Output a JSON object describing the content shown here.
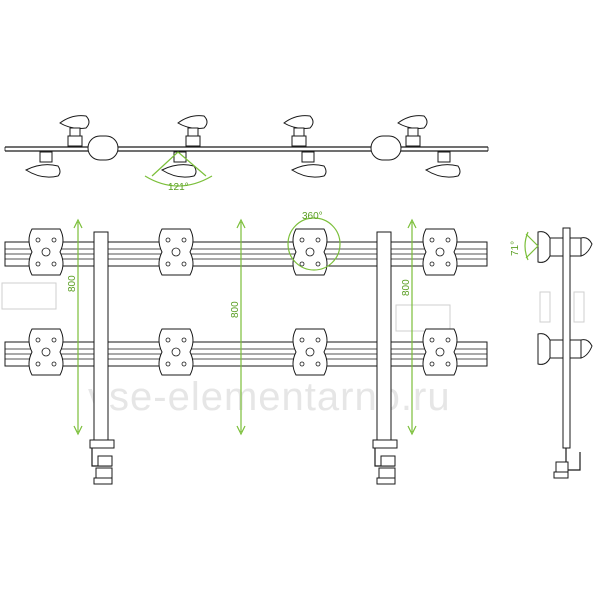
{
  "diagram": {
    "dimensions": {
      "swivel_angle": "121°",
      "rotation": "360°",
      "tilt_angle": "71°",
      "height_left": "800",
      "height_center": "800",
      "height_right": "800"
    },
    "watermark": "vse-elementarno.ru",
    "colors": {
      "line": "#1a1a1a",
      "dimension": "#7bbf3a",
      "watermark": "#e6e6e6"
    }
  }
}
